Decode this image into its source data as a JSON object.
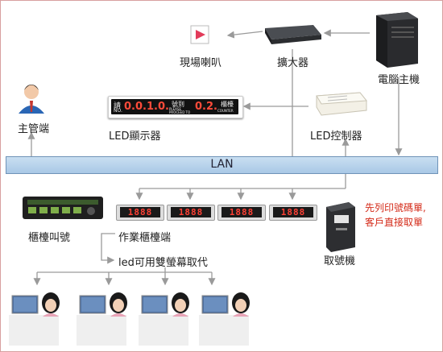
{
  "labels": {
    "speaker": "現場喇叭",
    "amplifier": "擴大器",
    "pc": "電腦主機",
    "supervisor": "主管端",
    "led_display": "LED顯示器",
    "led_controller": "LED控制器",
    "lan": "LAN",
    "counter_caller": "櫃檯叫號",
    "work_counter": "作業櫃檯端",
    "dual_screen": "led可用雙螢幕取代",
    "ticket_machine": "取號機"
  },
  "note": {
    "line1": "先列印號碼單,",
    "line2": "客戶直接取單"
  },
  "led_panel": {
    "please": "請",
    "please_en": "NO.",
    "number": "0.0.1.0.",
    "proceed": "號到",
    "proceed_en": "PLEASE PROCEED TO",
    "counter_num": "0.2.",
    "counter": "櫃檯",
    "counter_en": "COUNTER"
  },
  "counter_displays": [
    "1888",
    "1888",
    "1888",
    "1888"
  ],
  "colors": {
    "lan_fill": "#b8d3ec",
    "arrow": "#9a9a9a",
    "note_red": "#d42a18",
    "led_red": "#ff4b3a"
  }
}
